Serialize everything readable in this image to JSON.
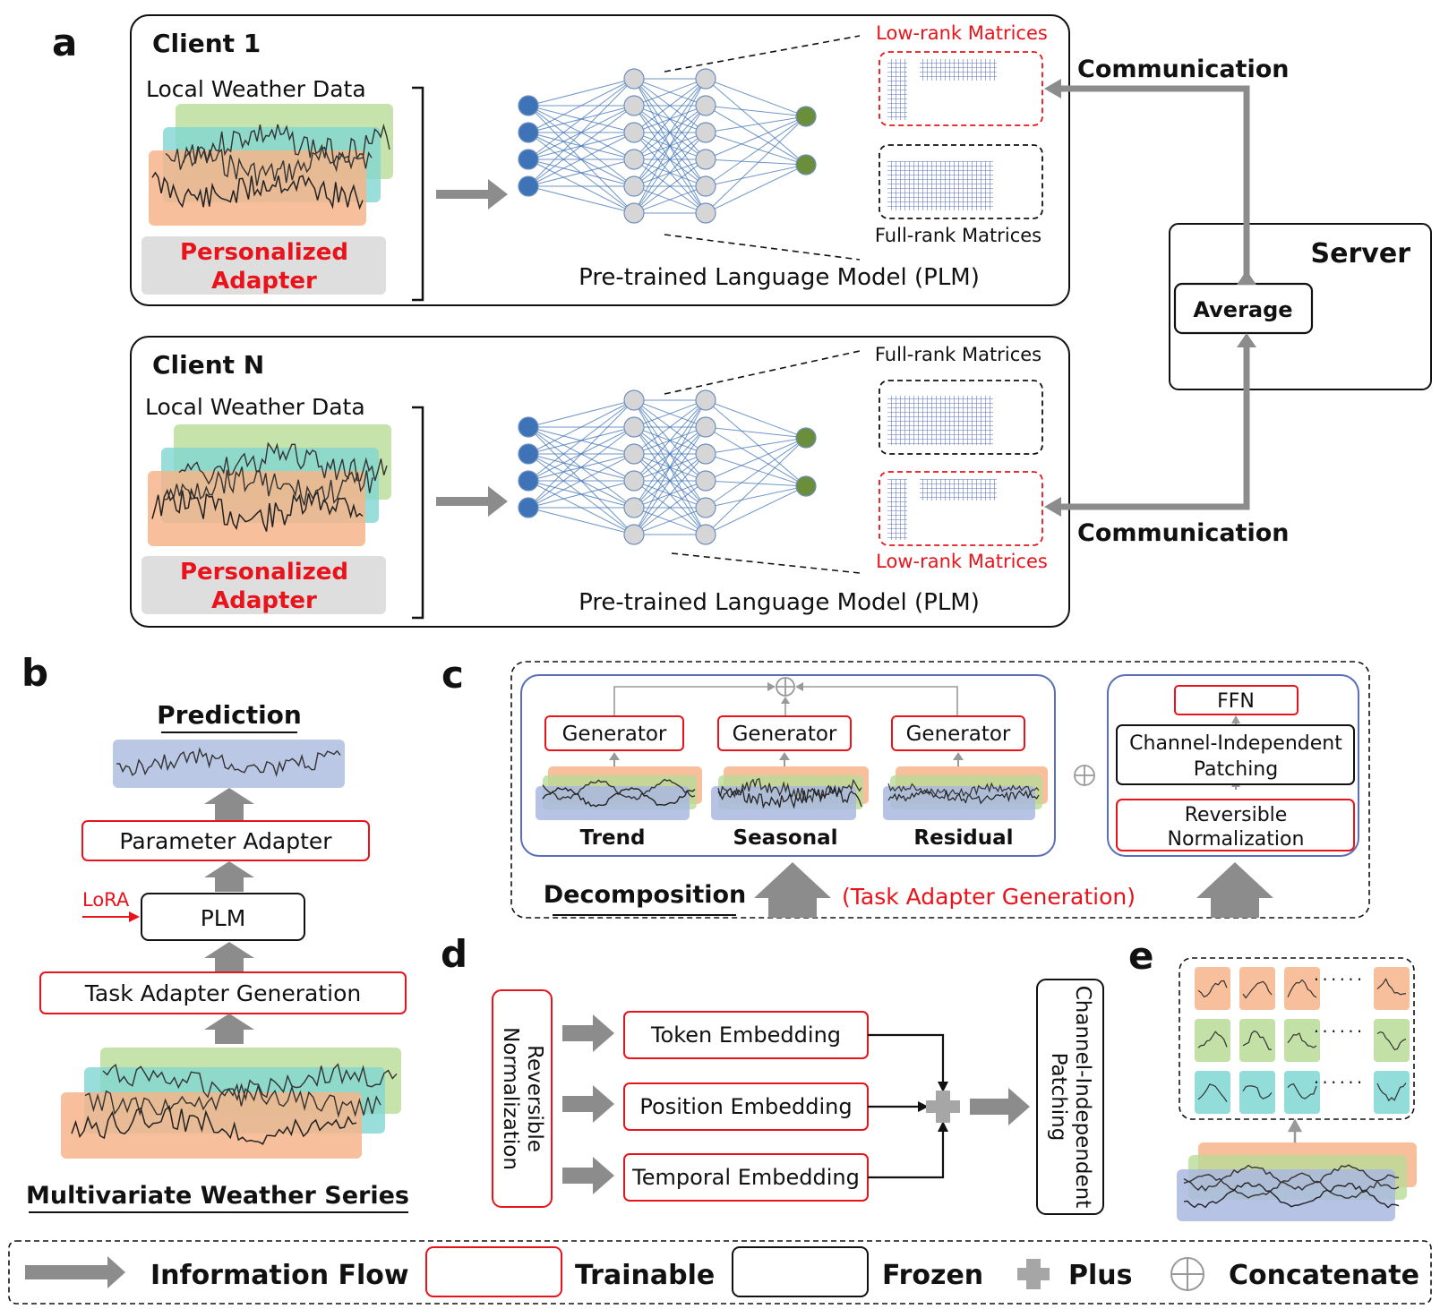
{
  "panel_labels": {
    "a": "a",
    "b": "b",
    "c": "c",
    "d": "d",
    "e": "e"
  },
  "panel_a": {
    "client1": {
      "title": "Client 1",
      "data_label": "Local Weather Data",
      "adapter_line1": "Personalized",
      "adapter_line2": "Adapter",
      "plm_label": "Pre-trained Language Model (PLM)",
      "top_matrix_label": "Low-rank Matrices",
      "bottom_matrix_label": "Full-rank Matrices"
    },
    "clientN": {
      "title": "Client N",
      "data_label": "Local Weather Data",
      "adapter_line1": "Personalized",
      "adapter_line2": "Adapter",
      "plm_label": "Pre-trained Language Model (PLM)",
      "top_matrix_label": "Full-rank Matrices",
      "bottom_matrix_label": "Low-rank Matrices"
    },
    "communication_top": "Communication",
    "communication_bottom": "Communication",
    "server_title": "Server",
    "server_average": "Average"
  },
  "panel_b": {
    "prediction": "Prediction",
    "parameter_adapter": "Parameter Adapter",
    "lora": "LoRA",
    "plm": "PLM",
    "task_adapter_generation": "Task Adapter Generation",
    "series_label": "Multivariate Weather Series"
  },
  "panel_c": {
    "generator_1": "Generator",
    "generator_2": "Generator",
    "generator_3": "Generator",
    "trend": "Trend",
    "seasonal": "Seasonal",
    "residual": "Residual",
    "ffn": "FFN",
    "cip_line1": "Channel-Independent",
    "cip_line2": "Patching",
    "revnorm_line1": "Reversible",
    "revnorm_line2": "Normalization",
    "decomposition": "Decomposition",
    "task_adapter_generation": "(Task Adapter Generation)"
  },
  "panel_d": {
    "revnorm_line1": "Reversible",
    "revnorm_line2": "Normalization",
    "token_embedding": "Token Embedding",
    "position_embedding": "Position Embedding",
    "temporal_embedding": "Temporal Embedding",
    "cip_line1": "Channel-Independent",
    "cip_line2": "Patching"
  },
  "panel_e": {
    "ellipsis_1": "......",
    "ellipsis_2": "......",
    "ellipsis_3": "......"
  },
  "legend": {
    "information_flow": "Information Flow",
    "trainable": "Trainable",
    "frozen": "Frozen",
    "plus": "Plus",
    "concatenate": "Concatenate"
  },
  "colors": {
    "trainable_red": "#e8131b",
    "arrow_gray": "#8c8c8c",
    "node_blue": "#3f73b8",
    "node_gray": "#d6d6d6",
    "node_green": "#6b8e3a",
    "peach": "#f6b48a",
    "teal": "#7fd6d2",
    "green": "#b9dc97",
    "lavender": "#a9b9df"
  }
}
